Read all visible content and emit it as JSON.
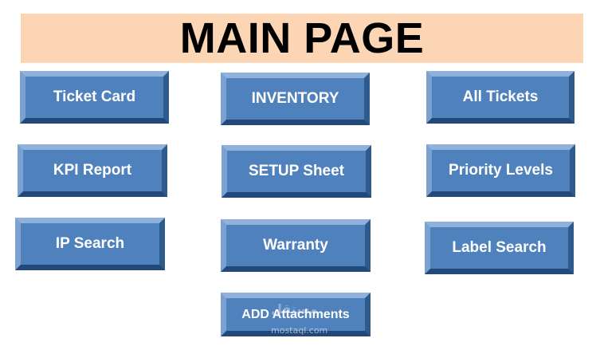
{
  "colors": {
    "banner_bg": "#fcd5b4",
    "button_face": "#4f81bd",
    "bevel_top": "#8fb1db",
    "bevel_left": "#7aa1d0",
    "bevel_right": "#2e5a8c",
    "bevel_bottom": "#23487a",
    "text": "#ffffff"
  },
  "header": {
    "title": "MAIN PAGE"
  },
  "buttons": {
    "ticket_card": "Ticket Card",
    "inventory": "INVENTORY",
    "all_tickets": "All Tickets",
    "kpi_report": "KPI Report",
    "setup_sheet": "SETUP Sheet",
    "priority_levels": "Priority Levels",
    "ip_search": "IP Search",
    "warranty": "Warranty",
    "label_search": "Label Search",
    "add_attachments": "ADD Attachments"
  },
  "watermark": {
    "text": "mostaql.com",
    "glyph": "مستقل"
  }
}
